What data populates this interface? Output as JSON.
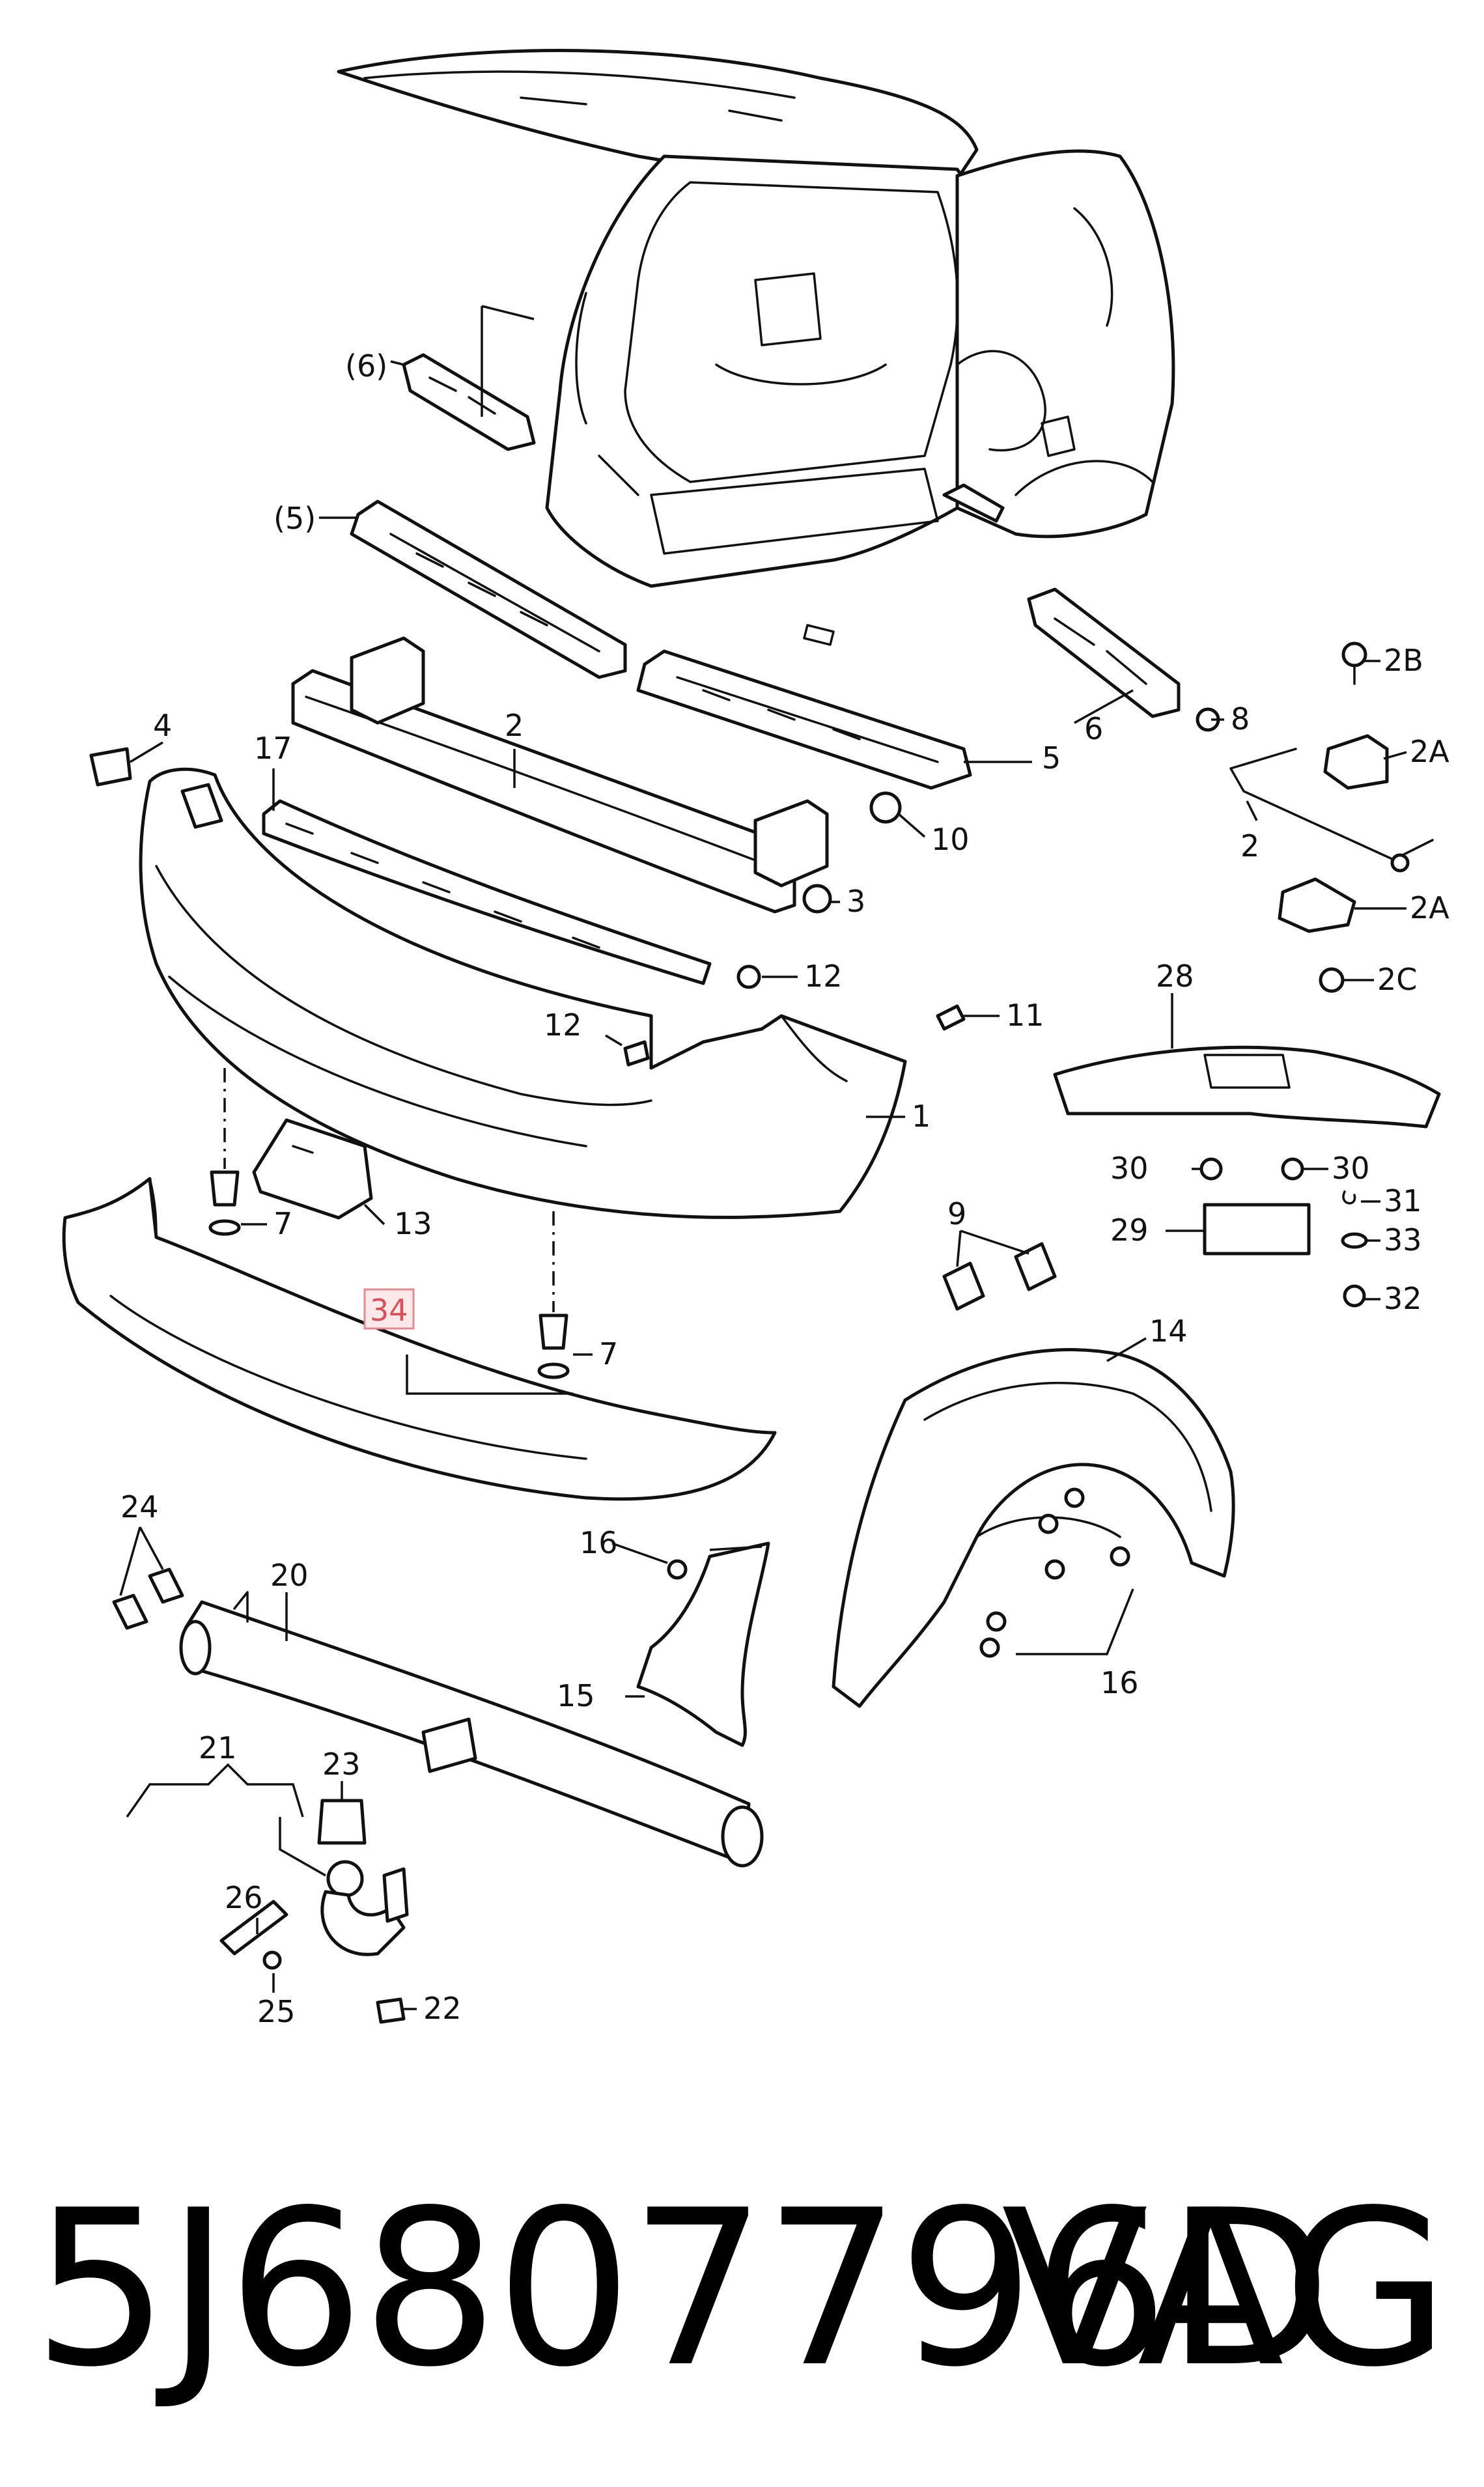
{
  "callouts": {
    "c1": "1",
    "c2": "2",
    "c2b": "2",
    "c2a1": "2A",
    "c2a2": "2A",
    "c2bb": "2B",
    "c2c": "2C",
    "c3": "3",
    "c4": "4",
    "c5": "5",
    "c5p": "(5)",
    "c6": "6",
    "c6p": "(6)",
    "c7a": "7",
    "c7b": "7",
    "c8": "8",
    "c9": "9",
    "c10": "10",
    "c11": "11",
    "c12a": "12",
    "c12b": "12",
    "c13": "13",
    "c14": "14",
    "c15": "15",
    "c16a": "16",
    "c16b": "16",
    "c17": "17",
    "c20": "20",
    "c21": "21",
    "c22": "22",
    "c23": "23",
    "c24": "24",
    "c25": "25",
    "c26": "26",
    "c28": "28",
    "c29": "29",
    "c30a": "30",
    "c30b": "30",
    "c31": "31",
    "c32": "32",
    "c33": "33",
    "c34": "34"
  },
  "highlight": {
    "callout": "34",
    "box_color": "#fde8ea",
    "text_color": "#d9515a"
  },
  "caption": {
    "part_number": "5J6807796D",
    "brand": "VAG"
  }
}
